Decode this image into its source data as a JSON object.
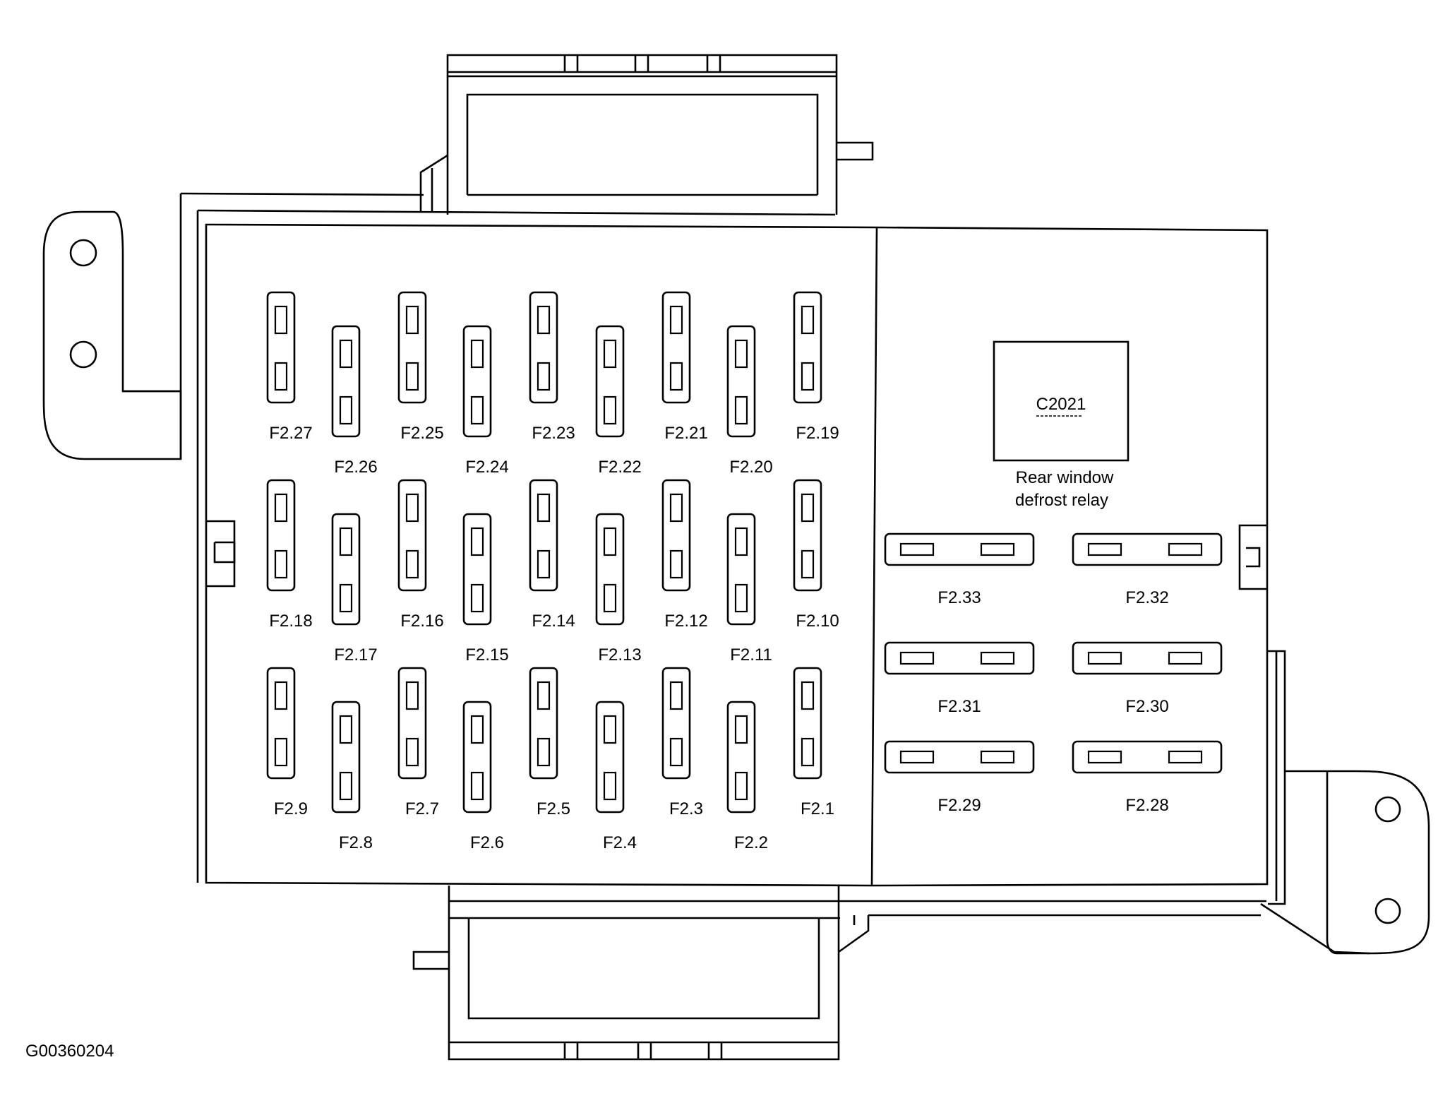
{
  "relay": {
    "connector": "C2021",
    "label_line1": "Rear window",
    "label_line2": "defrost relay"
  },
  "figure_code": "G00360204",
  "vertical_fuses": [
    "F2.27",
    "F2.26",
    "F2.25",
    "F2.24",
    "F2.23",
    "F2.22",
    "F2.21",
    "F2.20",
    "F2.19",
    "F2.18",
    "F2.17",
    "F2.16",
    "F2.15",
    "F2.14",
    "F2.13",
    "F2.12",
    "F2.11",
    "F2.10",
    "F2.9",
    "F2.8",
    "F2.7",
    "F2.6",
    "F2.5",
    "F2.4",
    "F2.3",
    "F2.2",
    "F2.1"
  ],
  "horizontal_fuses": [
    "F2.33",
    "F2.32",
    "F2.31",
    "F2.30",
    "F2.29",
    "F2.28"
  ]
}
